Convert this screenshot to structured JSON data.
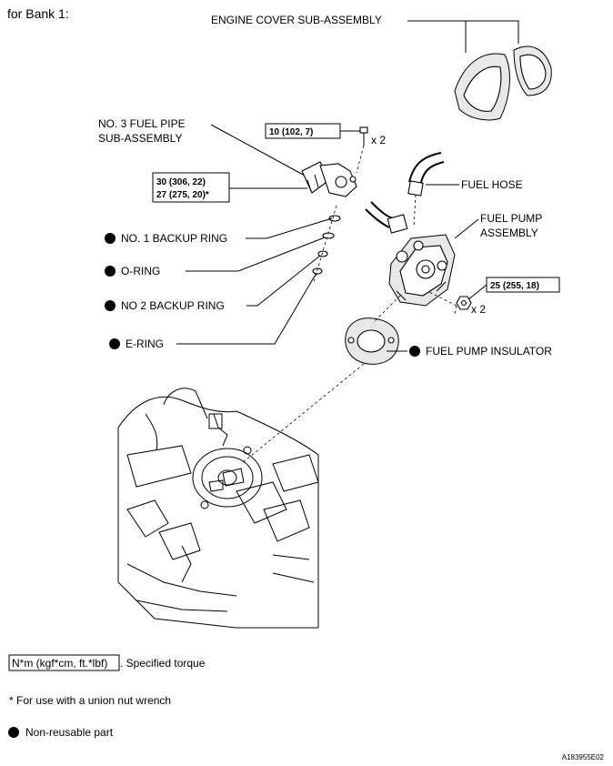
{
  "header": {
    "bank_label": "for Bank 1:"
  },
  "parts": {
    "engine_cover": "ENGINE COVER SUB-ASSEMBLY",
    "fuel_pipe_line1": "NO. 3 FUEL PIPE",
    "fuel_pipe_line2": "SUB-ASSEMBLY",
    "fuel_hose": "FUEL HOSE",
    "fuel_pump_line1": "FUEL PUMP",
    "fuel_pump_line2": "ASSEMBLY",
    "backup_ring_1": "NO. 1 BACKUP RING",
    "o_ring": "O-RING",
    "backup_ring_2": "NO  2 BACKUP RING",
    "e_ring": "E-RING",
    "pump_insulator": "FUEL PUMP INSULATOR"
  },
  "torque": {
    "bolt": "10 (102, 7)",
    "bolt_qty": "x 2",
    "pipe_nut_1": "30 (306, 22)",
    "pipe_nut_2": "27 (275, 20)*",
    "pump_nut": "25 (255, 18)",
    "pump_nut_qty": "x 2"
  },
  "legend": {
    "torque_unit": "N*m (kgf*cm, ft.*lbf)",
    "torque_desc": ". Specified torque",
    "union_note": "* For use with a union nut wrench",
    "non_reusable": "Non-reusable part"
  },
  "figure_id": "A183955E02",
  "colors": {
    "ink": "#000000",
    "paper": "#ffffff"
  }
}
